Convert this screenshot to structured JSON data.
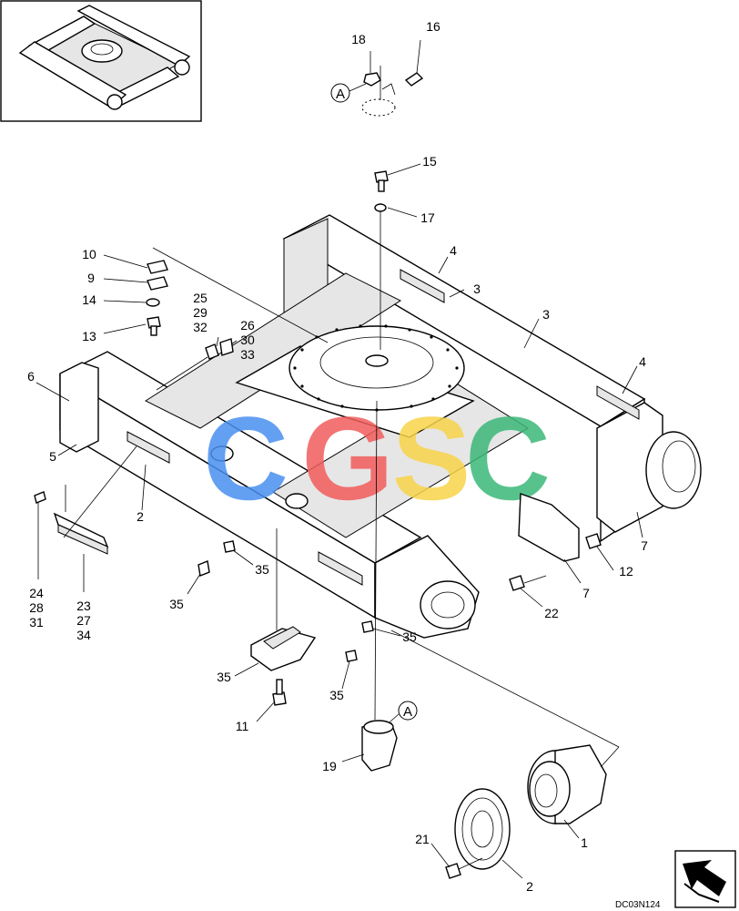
{
  "drawing_code": "DC03N124",
  "reference_letter": "A",
  "watermark": {
    "text": "CGSC",
    "letters": [
      {
        "char": "C",
        "color": "#4a90f0"
      },
      {
        "char": "G",
        "color": "#f25c5c"
      },
      {
        "char": "S",
        "color": "#f7d44a"
      },
      {
        "char": "C",
        "color": "#3cb878"
      }
    ]
  },
  "callouts": [
    "18",
    "16",
    "15",
    "17",
    "4",
    "3",
    "3",
    "4",
    "10",
    "9",
    "14",
    "13",
    "25",
    "29",
    "32",
    "26",
    "30",
    "33",
    "6",
    "5",
    "2",
    "24",
    "28",
    "31",
    "23",
    "27",
    "34",
    "35",
    "35",
    "35",
    "35",
    "35",
    "11",
    "19",
    "7",
    "7",
    "12",
    "22",
    "1",
    "21",
    "2"
  ],
  "icons": {
    "inset": "track-frame-overview-icon",
    "direction": "direction-arrow-icon"
  }
}
